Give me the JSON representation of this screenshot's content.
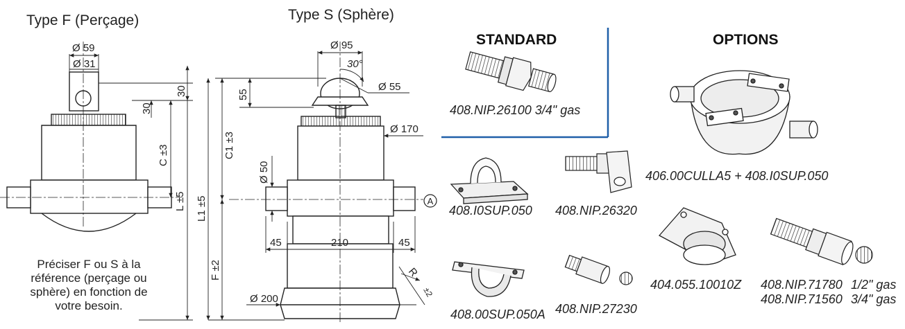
{
  "titles": {
    "type_f": "Type F (Perçage)",
    "type_s": "Type S (Sphère)"
  },
  "sections": {
    "standard": "STANDARD",
    "options": "OPTIONS"
  },
  "dims_f": {
    "d59": "Ø 59",
    "d31": "Ø 31",
    "h30a": "30",
    "h30b": "30",
    "c": "C ±3",
    "l": "L ±5"
  },
  "dims_s": {
    "d95": "Ø 95",
    "angle": "30°",
    "h55": "55",
    "d55": "Ø 55",
    "c1": "C1 ±3",
    "d170": "Ø 170",
    "d50": "Ø 50",
    "l1": "L1 ±5",
    "w45a": "45",
    "w210": "210",
    "w45b": "45",
    "f": "F ±2",
    "d200": "Ø 200",
    "r": "R",
    "r_tol": "±2",
    "marker_a": "A"
  },
  "note": {
    "lines": [
      "Préciser F ou S à la",
      "référence (perçage ou",
      "sphère) en fonction de",
      "votre besoin."
    ]
  },
  "parts": {
    "standard_nipple": "408.NIP.26100 3/4\" gas",
    "cradle": "406.00CULLA5 + 408.I0SUP.050",
    "support": "408.I0SUP.050",
    "elbow": "408.NIP.26320",
    "flange": "404.055.10010Z",
    "nip_a": "408.NIP.71780",
    "gas_a": "1/2\" gas",
    "nip_b": "408.NIP.71560",
    "gas_b": "3/4\" gas",
    "support_a": "408.00SUP.050A",
    "coupler": "408.NIP.27230"
  },
  "colors": {
    "divider": "#1f5fa8",
    "line": "#222222",
    "fill": "#f2f2f2"
  }
}
